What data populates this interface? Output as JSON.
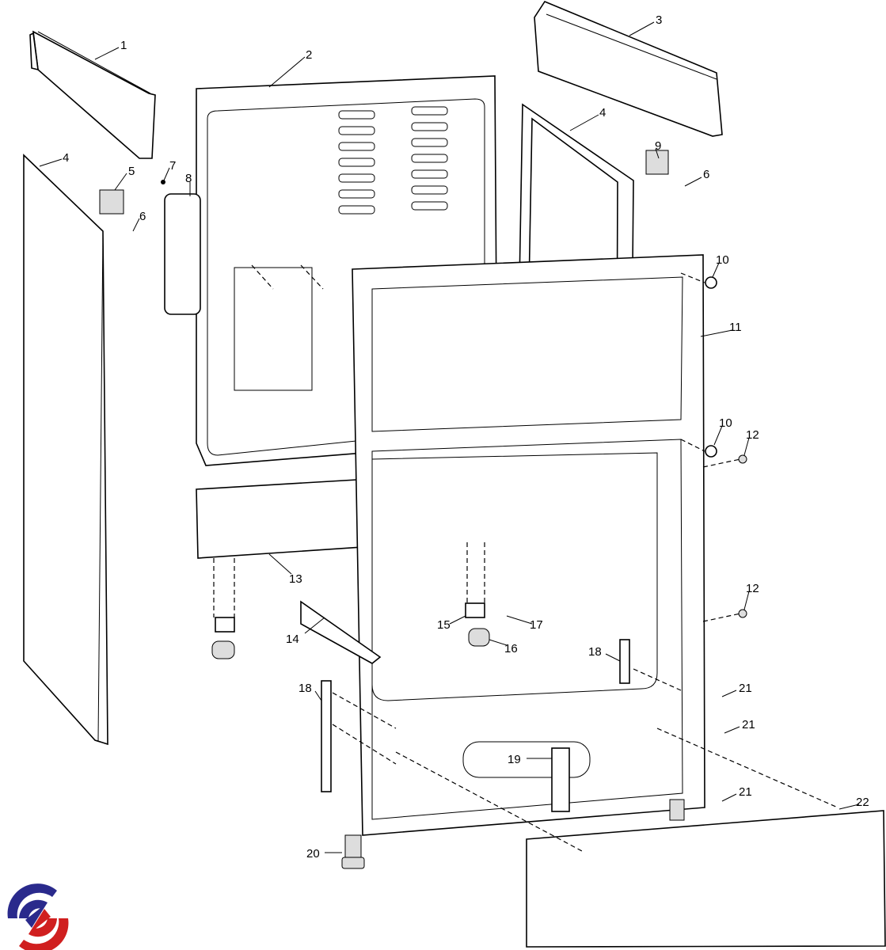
{
  "diagram": {
    "callouts": [
      "1",
      "2",
      "3",
      "4",
      "4",
      "5",
      "6",
      "7",
      "8",
      "9",
      "6",
      "10",
      "11",
      "10",
      "12",
      "12",
      "13",
      "14",
      "15",
      "16",
      "17",
      "18",
      "18",
      "19",
      "20",
      "21",
      "21",
      "21",
      "22"
    ]
  },
  "logo": {
    "colors": [
      "#2a2a8c",
      "#d01f1f"
    ]
  }
}
